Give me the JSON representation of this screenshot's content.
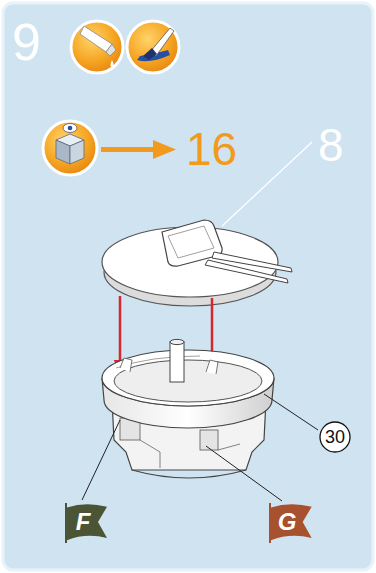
{
  "diagram": {
    "nodes": [
      {
        "text": [
          "30"
        ]
      },
      {
        "text": [
          "F"
        ]
      },
      {
        "text": [
          "G"
        ]
      }
    ],
    "labels": [
      "9",
      "16",
      "8"
    ]
  }
}
